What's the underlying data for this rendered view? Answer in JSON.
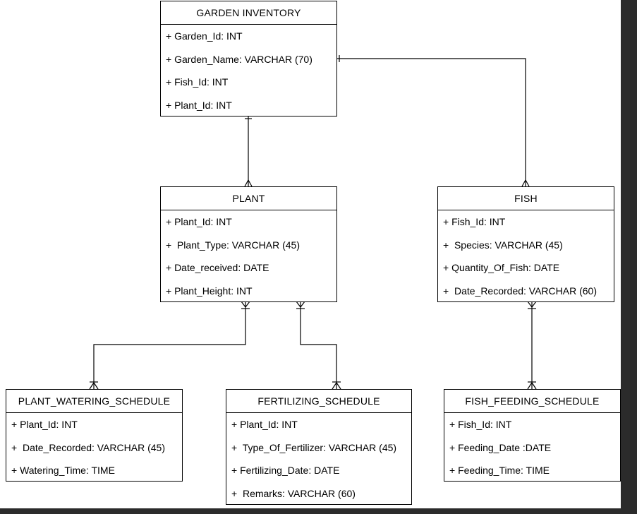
{
  "diagram": {
    "entities": {
      "garden_inventory": {
        "title": "GARDEN INVENTORY",
        "attributes": [
          "+ Garden_Id: INT",
          "+ Garden_Name: VARCHAR (70)",
          "+ Fish_Id: INT",
          "+ Plant_Id: INT"
        ]
      },
      "plant": {
        "title": "PLANT",
        "attributes": [
          "+ Plant_Id: INT",
          "+  Plant_Type: VARCHAR (45)",
          "+ Date_received: DATE",
          "+ Plant_Height: INT"
        ]
      },
      "fish": {
        "title": "FISH",
        "attributes": [
          "+ Fish_Id: INT",
          "+  Species: VARCHAR (45)",
          "+ Quantity_Of_Fish: DATE",
          "+  Date_Recorded: VARCHAR (60)"
        ]
      },
      "plant_watering_schedule": {
        "title": "PLANT_WATERING_SCHEDULE",
        "attributes": [
          "+ Plant_Id: INT",
          "+  Date_Recorded: VARCHAR (45)",
          "+ Watering_Time: TIME"
        ]
      },
      "fertilizing_schedule": {
        "title": "FERTILIZING_SCHEDULE",
        "attributes": [
          "+ Plant_Id: INT",
          "+  Type_Of_Fertilizer: VARCHAR (45)",
          "+ Fertilizing_Date: DATE",
          "+  Remarks: VARCHAR (60)"
        ]
      },
      "fish_feeding_schedule": {
        "title": "FISH_FEEDING_SCHEDULE",
        "attributes": [
          "+ Fish_Id: INT",
          "+ Feeding_Date :DATE",
          "+ Feeding_Time: TIME"
        ]
      }
    },
    "relationships": [
      {
        "from": "garden_inventory",
        "to": "plant",
        "from_end": "one",
        "to_end": "many"
      },
      {
        "from": "garden_inventory",
        "to": "fish",
        "from_end": "one",
        "to_end": "many"
      },
      {
        "from": "plant",
        "to": "plant_watering_schedule",
        "from_end": "one-or-many",
        "to_end": "one-or-many"
      },
      {
        "from": "plant",
        "to": "fertilizing_schedule",
        "from_end": "one-or-many",
        "to_end": "one-or-many"
      },
      {
        "from": "fish",
        "to": "fish_feeding_schedule",
        "from_end": "one-or-many",
        "to_end": "one-or-many"
      }
    ]
  }
}
